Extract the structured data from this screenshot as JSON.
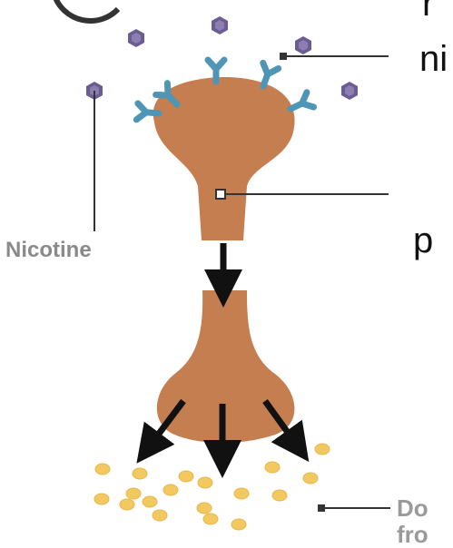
{
  "labels": {
    "top_right_line1": "r",
    "top_right_line2": "ni",
    "middle_right": "p",
    "nicotine": "Nicotine",
    "bottom_right_line1": "Do",
    "bottom_right_line2": "fro"
  },
  "colors": {
    "neuron": "#c57e4f",
    "receptor": "#4f95b5",
    "nicotine": "#6b5d93",
    "dopamine": "#f2c860",
    "arrow": "#111111",
    "leader_line": "#333333",
    "label_gray": "#8a8a8a"
  },
  "icons": [
    "receptor-icon",
    "nicotine-molecule-icon",
    "dopamine-molecule-icon",
    "arrow-down-icon"
  ]
}
